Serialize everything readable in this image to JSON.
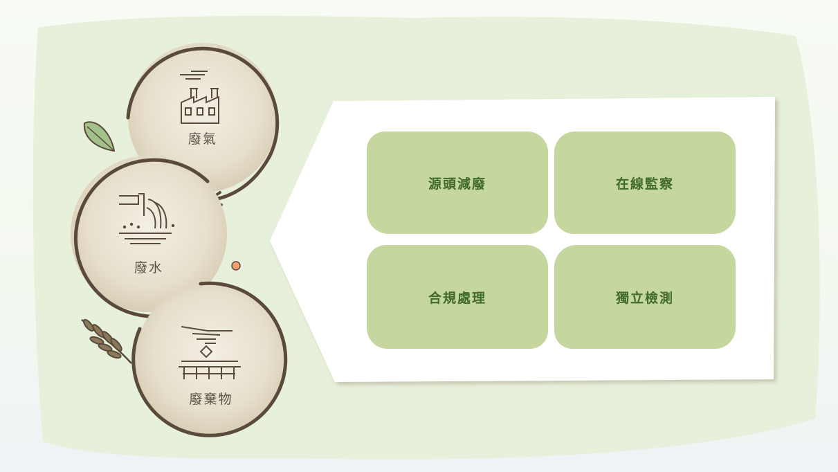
{
  "colors": {
    "panel_bg": "#e7f0da",
    "card_bg": "#ffffff",
    "box_fill": "#c6d69f",
    "box_text": "#3f6a2c",
    "ring": "#5a4a3c",
    "label": "#5b5147",
    "leaf": "#a3c28a",
    "dot": "#f0a070"
  },
  "cycle": {
    "items": [
      {
        "label": "廢氣",
        "icon": "factory-icon"
      },
      {
        "label": "廢水",
        "icon": "wastewater-pipe-icon"
      },
      {
        "label": "廢棄物",
        "icon": "waste-disposal-icon"
      }
    ]
  },
  "measures": {
    "items": [
      {
        "label": "源頭減廢"
      },
      {
        "label": "在線監察"
      },
      {
        "label": "合規處理"
      },
      {
        "label": "獨立檢測"
      }
    ]
  },
  "decorations": {
    "leaf_icon": "leaf-icon",
    "branch_icon": "olive-branch-icon",
    "dot_icon": "dot-icon"
  }
}
